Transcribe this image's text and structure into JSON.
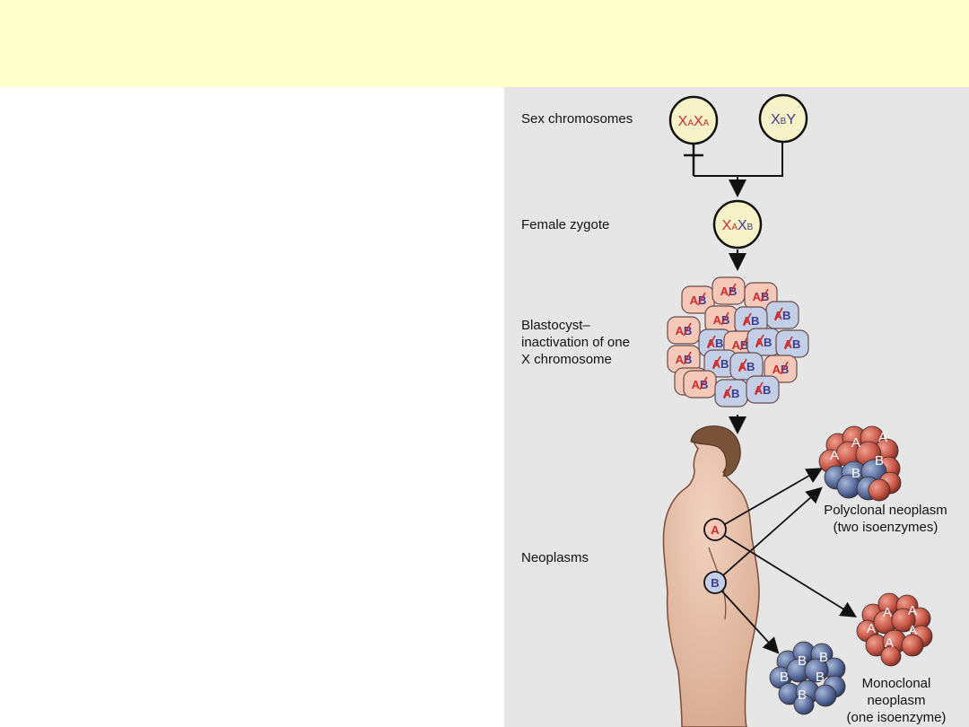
{
  "labels": {
    "sex_chromosomes": "Sex chromosomes",
    "female_zygote": "Female zygote",
    "blastocyst_line1": "Blastocyst–",
    "blastocyst_line2": "inactivation of one",
    "blastocyst_line3": "X chromosome",
    "neoplasms": "Neoplasms"
  },
  "mother": {
    "x1": "X",
    "s1": "A",
    "x2": "X",
    "s2": "A"
  },
  "father": {
    "x": "X",
    "s": "B",
    "y": "Y"
  },
  "zygote": {
    "x1": "X",
    "s1": "A",
    "x2": "X",
    "s2": "B"
  },
  "body_sites": {
    "a": "A",
    "b": "B"
  },
  "polyclonal": {
    "line1": "Polyclonal neoplasm",
    "line2": "(two isoenzymes)",
    "tags": [
      "A",
      "A",
      "A",
      "B",
      "B"
    ]
  },
  "monoclonal": {
    "line1": "Monoclonal",
    "line2": "neoplasm",
    "line3": "(one isoenzyme)"
  },
  "mono_a_tags": [
    "A",
    "A",
    "A",
    "A",
    "A"
  ],
  "mono_b_tags": [
    "B",
    "B",
    "B",
    "B",
    "B"
  ],
  "blastocyst_cells": [
    {
      "a": "A",
      "b": "B",
      "inactive": "B"
    },
    {
      "a": "A",
      "b": "B",
      "inactive": "A"
    }
  ],
  "colors": {
    "red_allele": "#cc2b2b",
    "blue_allele": "#3b3b8f",
    "pink_cell": "#f6c8b8",
    "blue_cell": "#c3cfe6",
    "title_bar": "#ffffcc",
    "panel": "#e6e6e6"
  }
}
